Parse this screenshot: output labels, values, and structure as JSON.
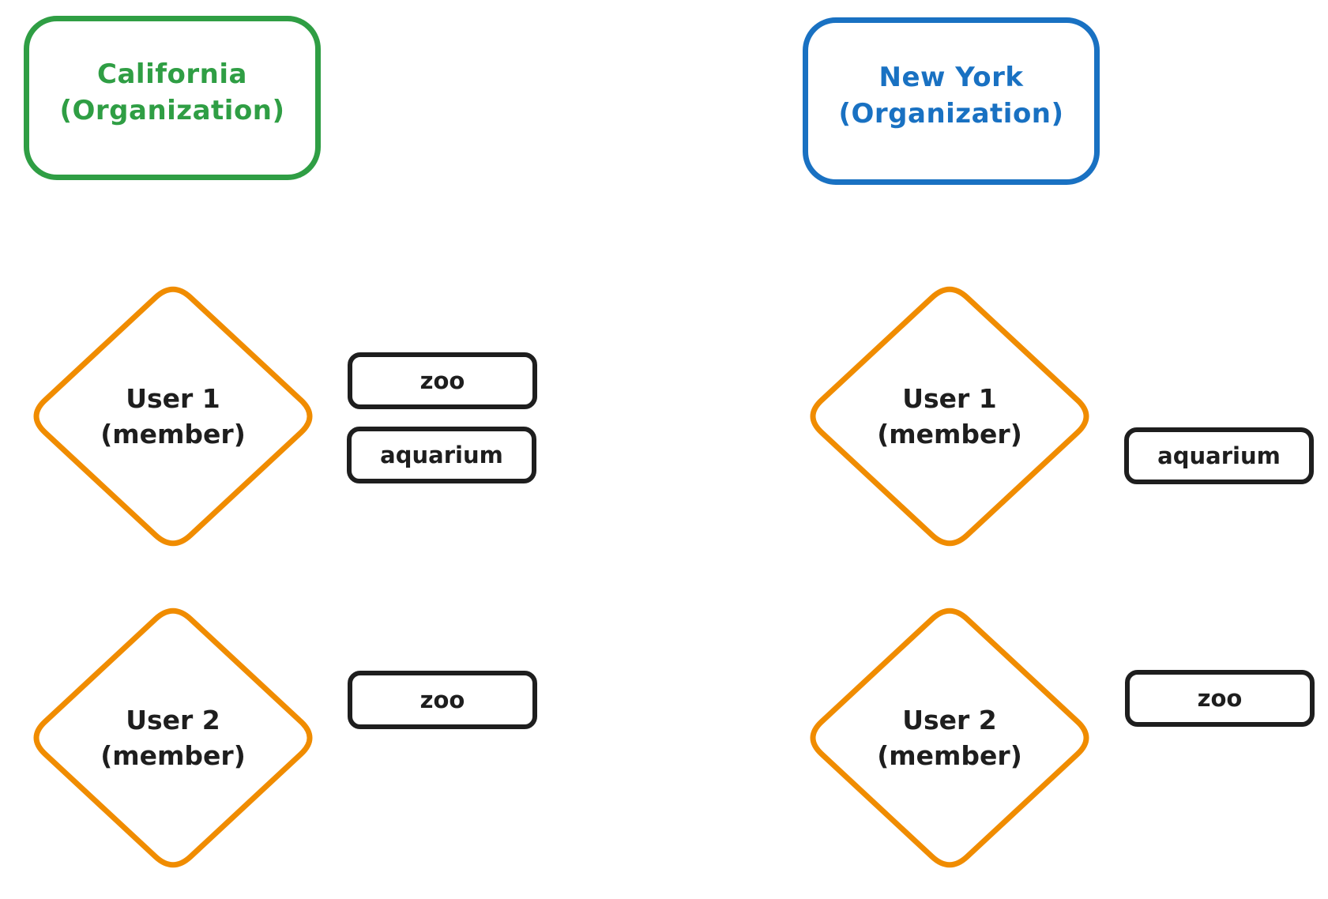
{
  "diagram": {
    "background_color": "#ffffff",
    "shape_colors": {
      "organization_california": "#2f9e44",
      "organization_new_york": "#1971c2",
      "user_diamond_stroke": "#f08c00",
      "permission_pill_stroke": "#1e1e1e",
      "text_ink": "#1e1e1e"
    },
    "organizations": [
      {
        "name": "California",
        "type_label": "(Organization)",
        "color": "#2f9e44",
        "users": [
          {
            "name": "User 1",
            "role": "(member)",
            "permissions": [
              "zoo",
              "aquarium"
            ]
          },
          {
            "name": "User 2",
            "role": "(member)",
            "permissions": [
              "zoo"
            ]
          }
        ]
      },
      {
        "name": "New York",
        "type_label": "(Organization)",
        "color": "#1971c2",
        "users": [
          {
            "name": "User 1",
            "role": "(member)",
            "permissions": [
              "aquarium"
            ]
          },
          {
            "name": "User 2",
            "role": "(member)",
            "permissions": [
              "zoo"
            ]
          }
        ]
      }
    ]
  }
}
